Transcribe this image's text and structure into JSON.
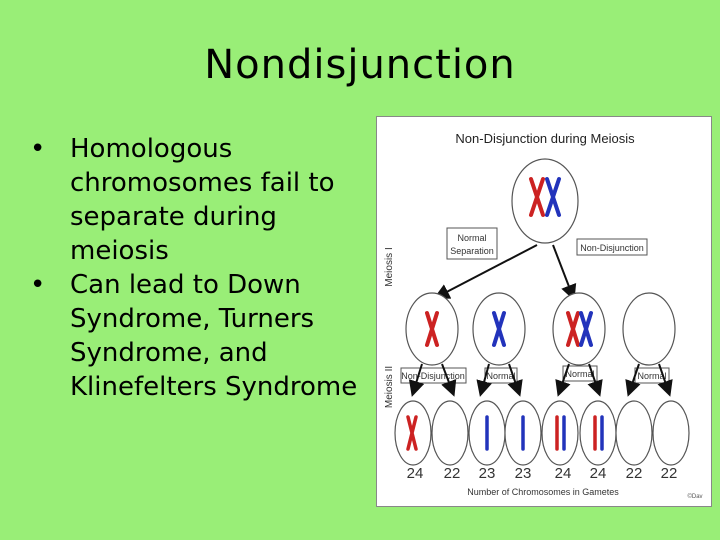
{
  "slide": {
    "title": "Nondisjunction",
    "bullets": [
      "Homologous chromosomes fail to separate during meiosis",
      "Can lead to Down Syndrome, Turners Syndrome, and Klinefelters Syndrome"
    ]
  },
  "figure": {
    "title": "Non-Disjunction during Meiosis",
    "meiosis_i_label": "Meiosis I",
    "meiosis_ii_label": "Meiosis II",
    "box_normal_separation": [
      "Normal",
      "Separation"
    ],
    "box_nondisjunction_top": "Non-Disjunction",
    "box_nondisjunction_left": "Non-Disjunction",
    "box_normal_a": "Normal",
    "box_normal_b": "Normal",
    "box_normal_c": "Normal",
    "gamete_counts": [
      "24",
      "22",
      "23",
      "23",
      "24",
      "24",
      "22",
      "22"
    ],
    "footer": "Number of Chromosomes in Gametes",
    "credit": "©Dav",
    "colors": {
      "red": "#cc2222",
      "blue": "#2233bb",
      "arrow": "#111111"
    }
  }
}
